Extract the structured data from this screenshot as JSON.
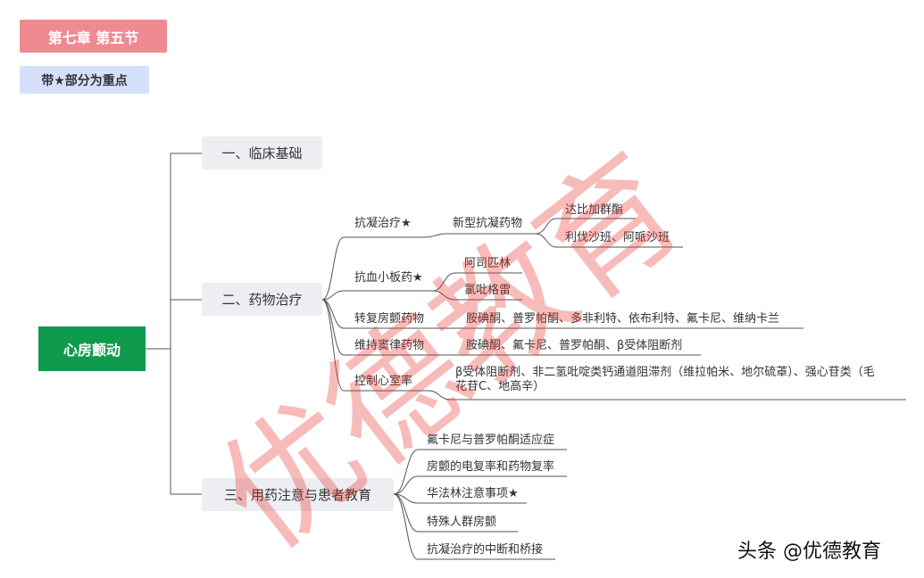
{
  "header": {
    "chapter": "第七章  第五节",
    "note": "带★部分为重点"
  },
  "root": "心房颤动",
  "branches": [
    {
      "label": "一、临床基础"
    },
    {
      "label": "二、药物治疗",
      "items": [
        {
          "label": "抗凝治疗★",
          "sub": "新型抗凝药物",
          "leaves": [
            "达比加群酯",
            "利伐沙班、阿哌沙班"
          ]
        },
        {
          "label": "抗血小板药★",
          "leaves": [
            "阿司匹林",
            "氯吡格雷"
          ]
        },
        {
          "label": "转复房颤药物",
          "leaves": [
            "胺碘酮、普罗帕酮、多非利特、依布利特、氟卡尼、维纳卡兰"
          ]
        },
        {
          "label": "维持窦律药物",
          "leaves": [
            "胺碘酮、氟卡尼、普罗帕酮、β受体阻断剂"
          ]
        },
        {
          "label": "控制心室率",
          "leaves": [
            "β受体阻断剂、非二氢吡啶类钙通道阻滞剂（维拉帕米、地尔硫䓬）、强心苷类（毛花苷C、地高辛）"
          ]
        }
      ]
    },
    {
      "label": "三、用药注意与患者教育",
      "items": [
        {
          "label": "氟卡尼与普罗帕酮适应症"
        },
        {
          "label": "房颤的电复率和药物复率"
        },
        {
          "label": "华法林注意事项★"
        },
        {
          "label": "特殊人群房颤"
        },
        {
          "label": "抗凝治疗的中断和桥接"
        }
      ]
    }
  ],
  "watermark": "优德教育",
  "brand": "头条 @优德教育",
  "colors": {
    "chapter_bg": "#ef8a93",
    "note_bg": "#d5e1fa",
    "root_bg": "#0f9a4e",
    "branch_bg": "#eceef2",
    "line": "#555555",
    "watermark": "#e8322a"
  }
}
